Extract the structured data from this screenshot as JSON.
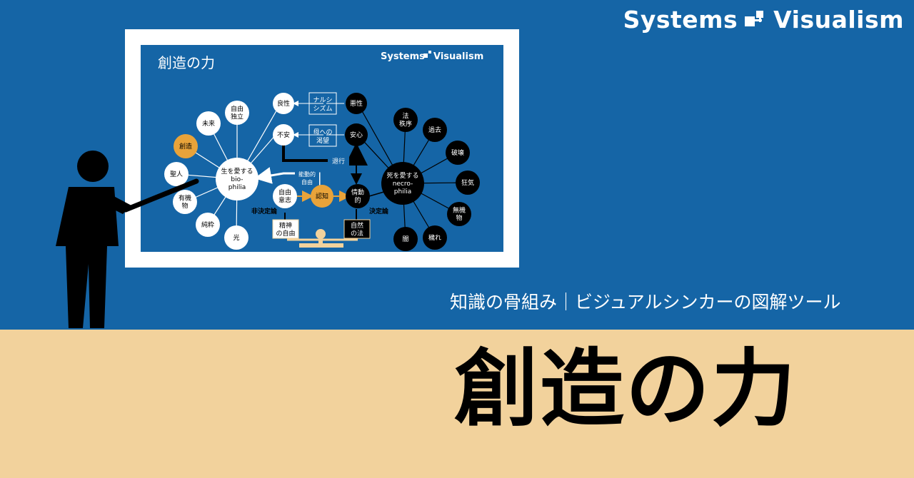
{
  "brand": {
    "text": "Systems Visualism",
    "name_left": "Systems",
    "name_right": "Visualism"
  },
  "tagline": "知識の骨組み｜ビジュアルシンカーの図解ツール",
  "title": "創造の力",
  "slide": {
    "title": "創造の力",
    "brand_left": "Systems",
    "brand_right": "Visualism",
    "biophilia": [
      "生を愛する",
      "bio-",
      "philia"
    ],
    "necrophilia": [
      "死を愛する",
      "necro-",
      "philia"
    ],
    "bio_nodes": [
      [
        "自由",
        "独立"
      ],
      [
        "未来"
      ],
      [
        "創造"
      ],
      [
        "聖人"
      ],
      [
        "有機",
        "物"
      ],
      [
        "純粋"
      ],
      [
        "光"
      ]
    ],
    "necro_nodes": [
      [
        "法",
        "秩序"
      ],
      [
        "過去"
      ],
      [
        "破壊"
      ],
      [
        "狂気"
      ],
      [
        "無機",
        "物"
      ],
      [
        "穢れ"
      ],
      [
        "闇"
      ]
    ],
    "good": "良性",
    "bad": "悪性",
    "narcissism": [
      "ナルシ",
      "シズム"
    ],
    "anxiety": "不安",
    "safety": "安心",
    "mother": [
      "母への",
      "渇望"
    ],
    "regression": "退行",
    "active_freedom": [
      "能動的",
      "自由"
    ],
    "free_will": [
      "自由",
      "意志"
    ],
    "cognition": "認知",
    "emotional": [
      "情動",
      "的"
    ],
    "non_determinism": "非決定論",
    "determinism": "決定論",
    "spirit_freedom": [
      "精神",
      "の自由"
    ],
    "natural_law": [
      "自然",
      "の法"
    ]
  },
  "colors": {
    "background_blue": "#1565a6",
    "bottom_band": "#f2d29c",
    "accent_orange": "#e8a33a",
    "board_white": "#ffffff"
  }
}
